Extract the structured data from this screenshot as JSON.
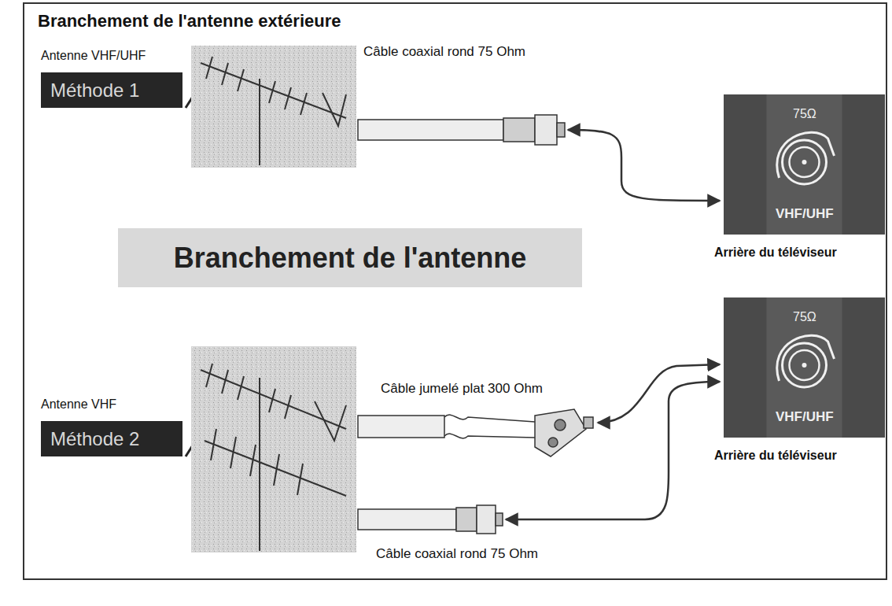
{
  "diagram": {
    "title": "Branchement de l'antenne extérieure",
    "nodes": [
      {
        "text": [
          "Méthode 1"
        ]
      },
      {
        "text": [
          "75Ω",
          "VHF/UHF",
          "Arrière du téléviseur"
        ]
      },
      {
        "text": [
          "Branchement de l'antenne"
        ]
      },
      {
        "text": [
          "75Ω",
          "VHF/UHF",
          "Arrière du téléviseur"
        ]
      },
      {
        "text": [
          "Méthode 2"
        ]
      }
    ],
    "labels": [
      "Antenne VHF/UHF",
      "Câble coaxial rond 75 Ohm",
      "Antenne VHF",
      "Câble jumelé plat 300 Ohm",
      "Câble coaxial rond 75 Ohm"
    ]
  }
}
